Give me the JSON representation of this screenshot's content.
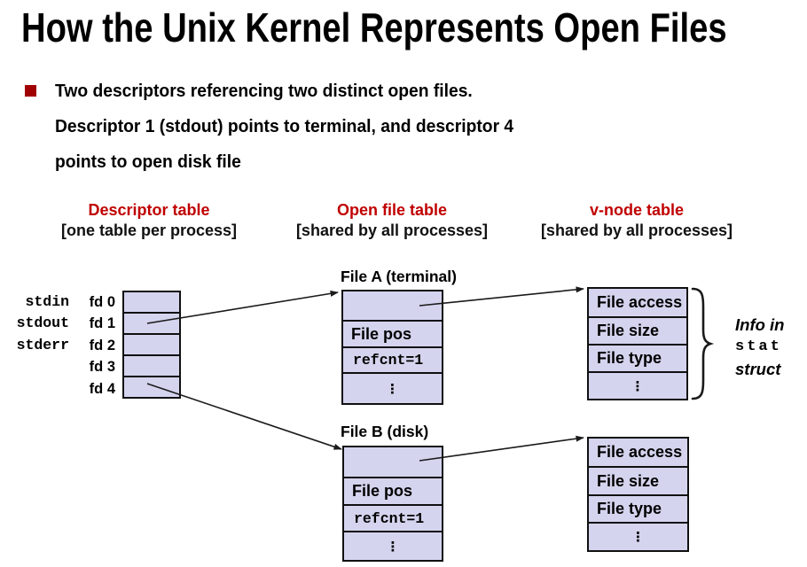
{
  "slide_title": "How the Unix Kernel Represents Open Files",
  "bullet": {
    "line1": "Two descriptors referencing two distinct open files.",
    "line2": "Descriptor 1 (stdout) points to terminal, and descriptor 4",
    "line3": "points to open disk file"
  },
  "columns": {
    "descriptor": {
      "title": "Descriptor table",
      "subtitle": "[one table per process]"
    },
    "open_file": {
      "title": "Open file table",
      "subtitle": "[shared by all processes]"
    },
    "vnode": {
      "title": "v-node table",
      "subtitle": "[shared by all processes]"
    }
  },
  "descriptor_table": {
    "std_labels": [
      "stdin",
      "stdout",
      "stderr"
    ],
    "fd_labels": [
      "fd 0",
      "fd 1",
      "fd 2",
      "fd 3",
      "fd 4"
    ]
  },
  "file_a": {
    "title": "File A (terminal)",
    "rows": [
      "",
      "File pos",
      "refcnt=1",
      "⋮"
    ]
  },
  "file_b": {
    "title": "File B (disk)",
    "rows": [
      "",
      "File pos",
      "refcnt=1",
      "⋮"
    ]
  },
  "vnode_a": {
    "rows": [
      "File access",
      "File size",
      "File type",
      "⋮"
    ]
  },
  "vnode_b": {
    "rows": [
      "File access",
      "File size",
      "File type",
      "⋮"
    ]
  },
  "stat_note": {
    "line1": "Info in",
    "line2": "stat",
    "line3": "struct"
  },
  "colors": {
    "header_red": "#c00000",
    "bullet_red": "#a00000",
    "cell_fill": "#d4d4ee",
    "arrow_black": "#1a1a1a"
  }
}
